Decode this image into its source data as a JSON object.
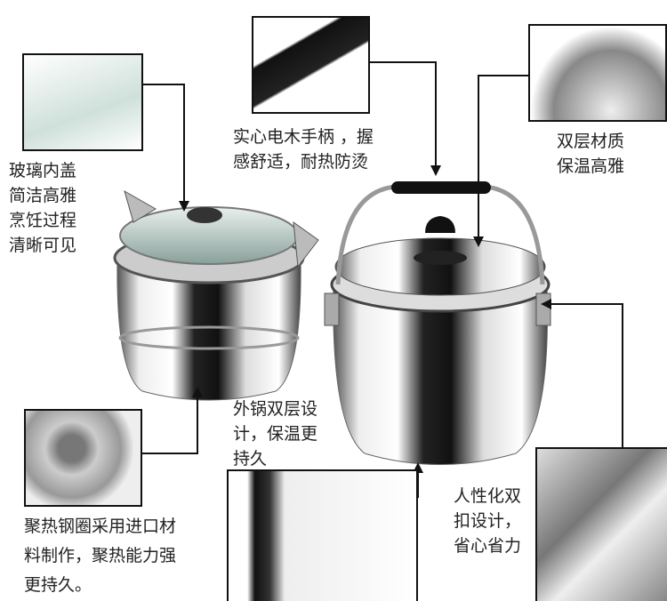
{
  "captions": {
    "glass_lid": [
      "玻璃内盖",
      "简洁高雅",
      "烹饪过程",
      "清晰可见"
    ],
    "handle": [
      "实心电木手柄 ，握",
      "感舒适，耐热防烫"
    ],
    "double_lid": [
      "双层材质",
      "保温高雅"
    ],
    "outer_pot": [
      "外锅双层设",
      "计，保温更",
      "持久"
    ],
    "clasp": [
      "人性化双",
      "扣设计，",
      "省心省力"
    ],
    "heat_ring": [
      "聚热钢圈采用进口材",
      "料制作，聚热能力强",
      "更持久。"
    ]
  }
}
